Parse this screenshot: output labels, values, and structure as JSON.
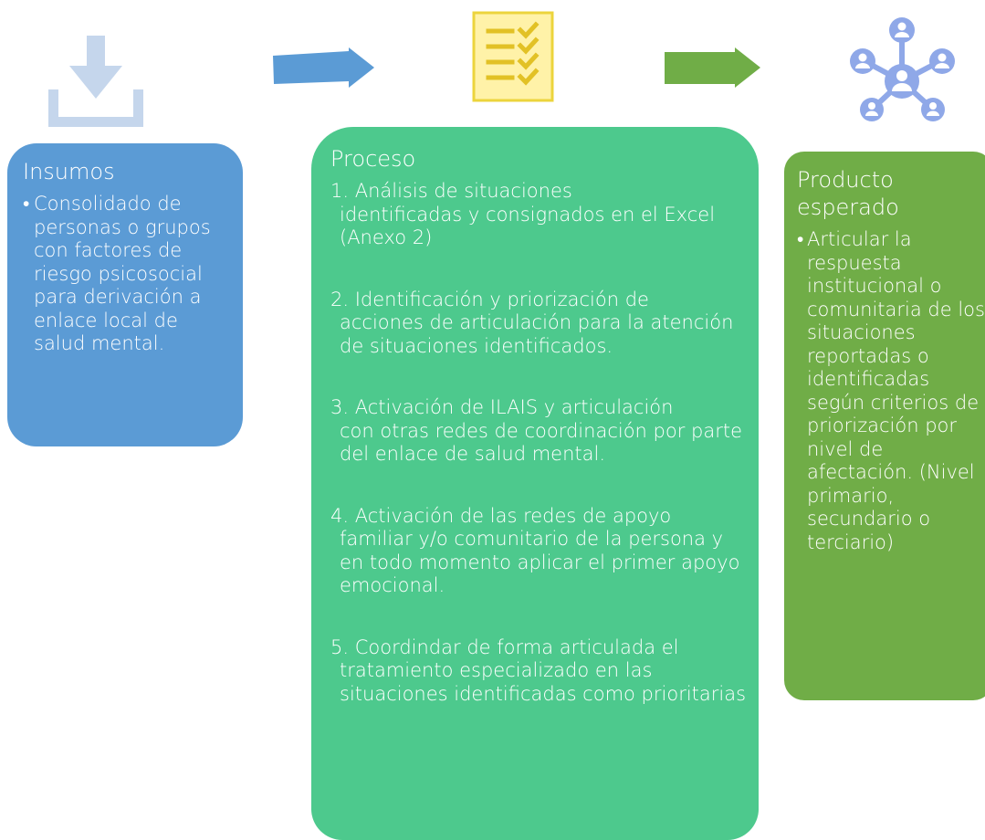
{
  "insumos": {
    "title": "Insumos",
    "bullet": "•",
    "text": "Consolidado de personas o grupos con factores de riesgo psicosocial para derivación a enlace local de salud mental."
  },
  "proceso": {
    "title": "Proceso",
    "steps": [
      {
        "first": "1. Análisis de situaciones",
        "rest": "identificadas y consignados en el Excel (Anexo 2)"
      },
      {
        "first": "2. Identificación y priorización de",
        "rest": "acciones de articulación para la atención de situaciones identificados."
      },
      {
        "first": "3. Activación de ILAIS y articulación",
        "rest": "con otras redes de coordinación por parte del enlace de salud mental."
      },
      {
        "first": "4. Activación de las redes de apoyo",
        "rest": "familiar y/o comunitario de la persona y en todo momento aplicar el primer apoyo emocional."
      },
      {
        "first": "5. Coordindar de forma articulada el",
        "rest": "tratamiento especializado en las situaciones identificadas como prioritarias"
      }
    ]
  },
  "producto": {
    "title": "Producto esperado",
    "bullet": "•",
    "text": "Articular la respuesta institucional o comunitaria de los situaciones reportadas o identificadas según criterios de priorización por nivel de afectación. (Nivel primario, secundario o terciario)"
  },
  "icons": {
    "download": "download-icon",
    "checklist": "checklist-icon",
    "network": "people-network-icon",
    "arrow_1": "arrow-right-icon",
    "arrow_2": "arrow-right-icon"
  },
  "colors": {
    "insumos": "#5b9bd5",
    "proceso": "#4dc98d",
    "producto": "#70ad47",
    "arrow_blue": "#5b9bd5",
    "arrow_green": "#70ad47",
    "download_icon": "#c5d6ec",
    "checklist_bg": "#fff2a8",
    "checklist_border": "#ecd43d",
    "checklist_marks": "#e2c125",
    "network_icon": "#8fa8e8"
  }
}
